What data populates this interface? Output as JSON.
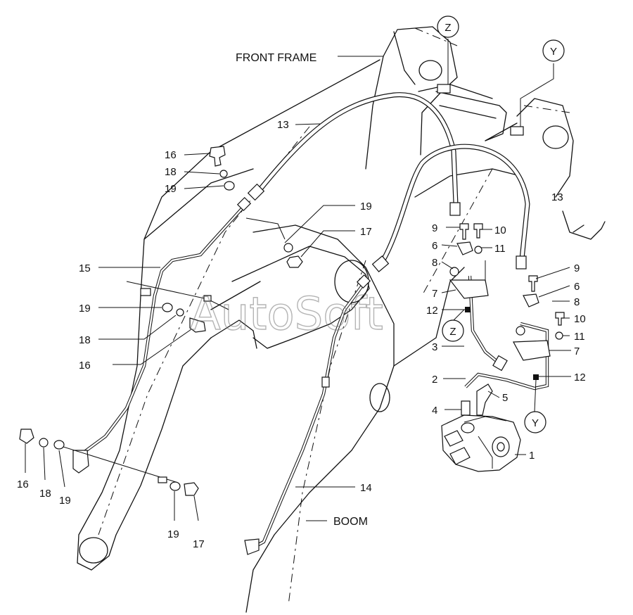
{
  "diagram": {
    "watermark": "AutoSoft",
    "frame_label": "FRONT FRAME",
    "boom_label": "BOOM",
    "view_marks": {
      "z_top": "Z",
      "y_top": "Y",
      "z_bottom": "Z",
      "y_bottom": "Y"
    },
    "callouts": {
      "c13a": "13",
      "c13b": "13",
      "c16a": "16",
      "c18a": "18",
      "c19a": "19",
      "c19b": "19",
      "c17a": "17",
      "c15": "15",
      "c19c": "19",
      "c18b": "18",
      "c16b": "16",
      "c16c": "16",
      "c18c": "18",
      "c19d": "19",
      "c19e": "19",
      "c17b": "17",
      "c14": "14",
      "c9a": "9",
      "c10a": "10",
      "c6a": "6",
      "c11a": "11",
      "c8a": "8",
      "c7a": "7",
      "c12a": "12",
      "c3": "3",
      "c9b": "9",
      "c6b": "6",
      "c8b": "8",
      "c10b": "10",
      "c11b": "11",
      "c7b": "7",
      "c12b": "12",
      "c2": "2",
      "c5": "5",
      "c4": "4",
      "c1": "1"
    }
  }
}
